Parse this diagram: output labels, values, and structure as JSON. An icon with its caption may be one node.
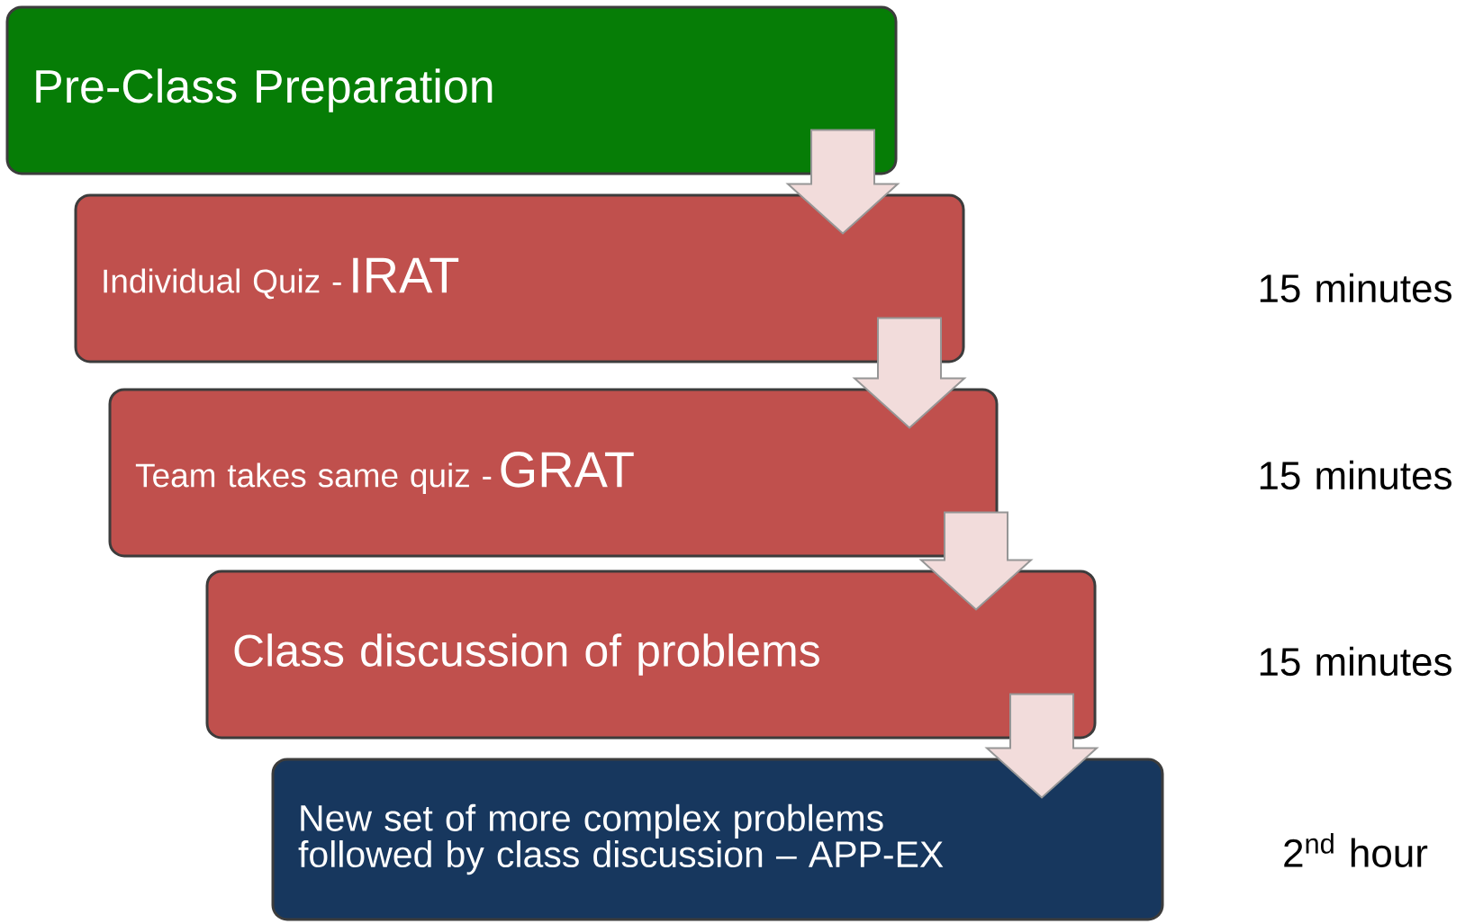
{
  "diagram": {
    "nodes": [
      {
        "text": [
          "Pre-Class Preparation"
        ]
      },
      {
        "text": [
          "Individual Quiz -",
          "IRAT"
        ]
      },
      {
        "text": [
          "Team takes same quiz -",
          "GRAT"
        ]
      },
      {
        "text": [
          "Class discussion of problems"
        ]
      },
      {
        "text": [
          "New set of more complex problems followed by class discussion – APP-EX"
        ]
      }
    ],
    "edges": [
      {
        "from": 0,
        "to": 1,
        "arrow": "to"
      },
      {
        "from": 1,
        "to": 2,
        "arrow": "to"
      },
      {
        "from": 2,
        "to": 3,
        "arrow": "to"
      },
      {
        "from": 3,
        "to": 4,
        "arrow": "to"
      }
    ],
    "labels": [
      "15 minutes",
      "15 minutes",
      "15 minutes",
      "2$^{nd}$ hour"
    ]
  }
}
